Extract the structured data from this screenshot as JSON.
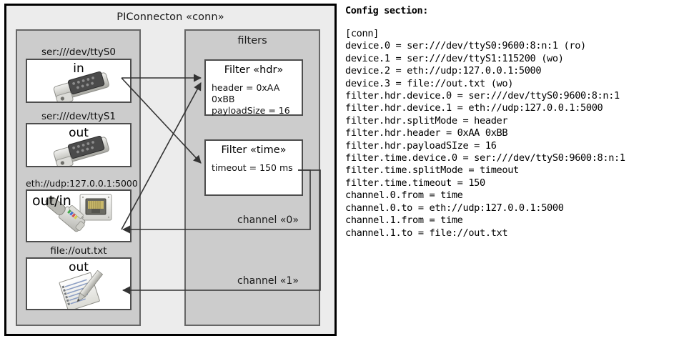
{
  "diagram": {
    "title": "PIConnecton «conn»",
    "colors": {
      "outer_background": "#ececec",
      "panel_background": "#cccccc",
      "panel_border": "#666666",
      "card_background": "#ffffff",
      "card_border": "#4d4d4d",
      "frame_border": "#000000",
      "wire": "#333333"
    },
    "devices_panel": {
      "title": "",
      "items": [
        {
          "caption": "ser:///dev/ttyS0",
          "label": "in",
          "icon": "serial-db9-connector-icon"
        },
        {
          "caption": "ser:///dev/ttyS1",
          "label": "out",
          "icon": "serial-db9-connector-icon"
        },
        {
          "caption": "eth://udp:127.0.0.1:5000",
          "label": "out/in",
          "icon": "ethernet-rj45-icon"
        },
        {
          "caption": "file://out.txt",
          "label": "out",
          "icon": "document-with-pen-icon"
        }
      ]
    },
    "filters_panel": {
      "title": "filters",
      "items": [
        {
          "title": "Filter «hdr»",
          "props": [
            "header = 0xAA 0xBB",
            "payloadSize = 16"
          ]
        },
        {
          "title": "Filter «time»",
          "props": [
            "timeout = 150 ms"
          ]
        }
      ]
    },
    "channels": [
      {
        "label": "channel «0»"
      },
      {
        "label": "channel «1»"
      }
    ]
  },
  "config": {
    "heading": "Config section:",
    "lines": [
      "[conn]",
      "device.0 = ser:///dev/ttyS0:9600:8:n:1 (ro)",
      "device.1 = ser:///dev/ttyS1:115200 (wo)",
      "device.2 = eth://udp:127.0.0.1:5000",
      "device.3 = file://out.txt (wo)",
      "filter.hdr.device.0 = ser:///dev/ttyS0:9600:8:n:1",
      "filter.hdr.device.1 = eth://udp:127.0.0.1:5000",
      "filter.hdr.splitMode = header",
      "filter.hdr.header = 0xAA 0xBB",
      "filter.hdr.payloadSIze = 16",
      "filter.time.device.0 = ser:///dev/ttyS0:9600:8:n:1",
      "filter.time.splitMode = timeout",
      "filter.time.timeout = 150",
      "channel.0.from = time",
      "channel.0.to = eth://udp:127.0.0.1:5000",
      "channel.1.from = time",
      "channel.1.to = file://out.txt"
    ]
  }
}
